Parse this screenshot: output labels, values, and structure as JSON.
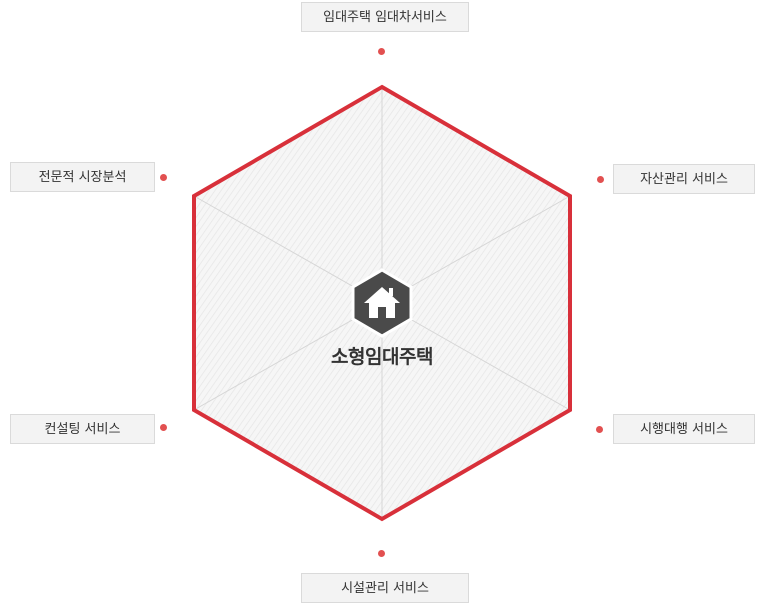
{
  "center": {
    "title": "소형임대주택",
    "icon": "house-icon"
  },
  "services": [
    {
      "label": "임대주택 임대차서비스"
    },
    {
      "label": "자산관리 서비스"
    },
    {
      "label": "시행대행 서비스"
    },
    {
      "label": "시설관리 서비스"
    },
    {
      "label": "컨설팅 서비스"
    },
    {
      "label": "전문적 시장분석"
    }
  ],
  "colors": {
    "hexagon_border": "#d8303a",
    "dot": "#e25050",
    "icon_bg": "#4a4a4a"
  }
}
